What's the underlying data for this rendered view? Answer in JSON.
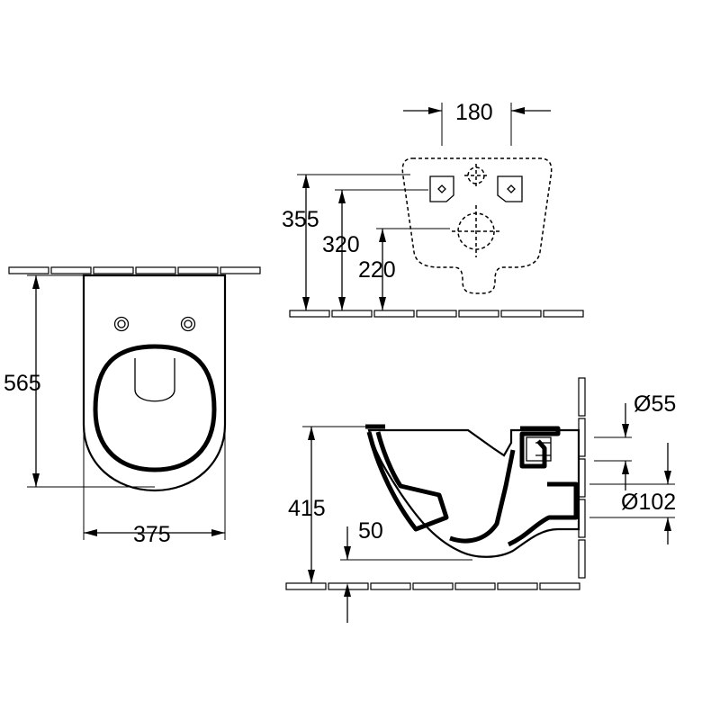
{
  "drawing": {
    "top_view": {
      "depth_label": "565",
      "width_label": "375"
    },
    "rear_view": {
      "fixing_spacing_label": "180",
      "height_355_label": "355",
      "height_320_label": "320",
      "height_220_label": "220"
    },
    "side_view": {
      "height_label": "415",
      "offset_label": "50",
      "inlet_diameter_label": "Ø55",
      "outlet_diameter_label": "Ø102"
    }
  }
}
